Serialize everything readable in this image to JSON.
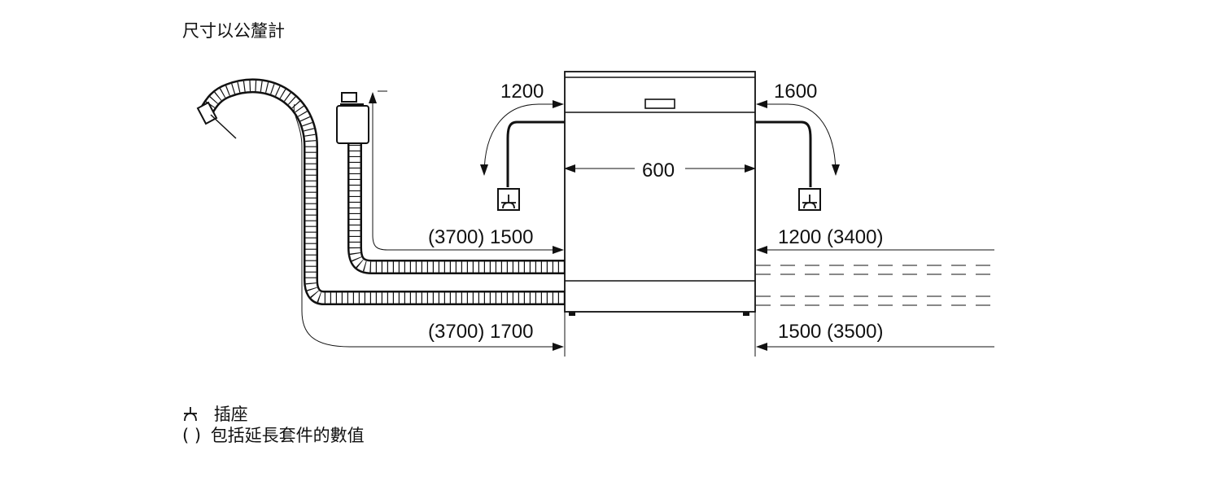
{
  "header": {
    "title": "尺寸以公釐計"
  },
  "measurements": {
    "top_left": "1200",
    "top_right": "1600",
    "width": "600",
    "left_middle": "(3700) 1500",
    "right_middle": "1200 (3400)",
    "left_bottom": "(3700) 1700",
    "right_bottom": "1500 (3500)"
  },
  "legend": {
    "socket_label": "插座",
    "paren_mark": "( )",
    "paren_label": "包括延長套件的數值"
  },
  "icons": {
    "socket": "socket-icon",
    "arrow": "dimension-arrow-icon",
    "hose": "hose-icon"
  },
  "colors": {
    "ink": "#111111",
    "hose_fill": "#ffffff",
    "background": "#ffffff"
  }
}
